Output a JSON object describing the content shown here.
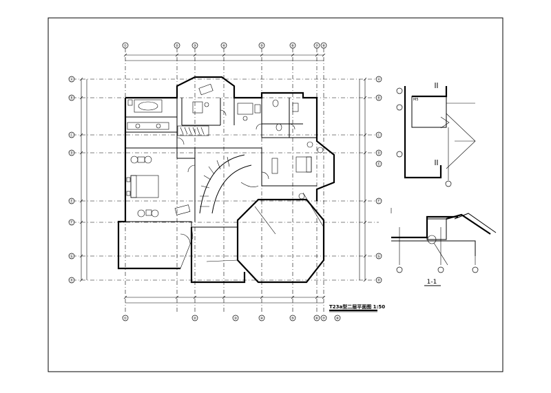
{
  "drawing": {
    "title": "T23a型二层平面图 1:50",
    "section_label": "1-1",
    "bracket_label": "M5"
  },
  "axes": {
    "top": [
      "①",
      "②",
      "③",
      "④",
      "⑤",
      "⑥",
      "⑦",
      "⑧"
    ],
    "bottom": [
      "①",
      "②",
      "③",
      "④",
      "⑤",
      "⑥",
      "⑦",
      "⑧"
    ],
    "left": [
      "Ⓐ",
      "Ⓑ",
      "Ⓒ",
      "Ⓓ",
      "Ⓔ",
      "Ⓕ",
      "Ⓖ",
      "Ⓗ"
    ],
    "right": [
      "Ⓐ",
      "Ⓑ",
      "Ⓒ",
      "Ⓓ",
      "Ⓔ",
      "Ⓕ",
      "Ⓖ",
      "Ⓗ"
    ]
  }
}
